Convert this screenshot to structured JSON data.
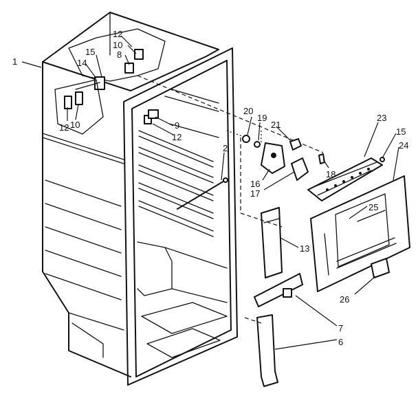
{
  "callouts": {
    "c1": "1",
    "c2": "2",
    "c6": "6",
    "c7": "7",
    "c8": "8",
    "c9": "9",
    "c10a": "10",
    "c10b": "10",
    "c12a": "12",
    "c12b": "12",
    "c12c": "12",
    "c13": "13",
    "c14": "14",
    "c15a": "15",
    "c15b": "15",
    "c16": "16",
    "c17": "17",
    "c18": "18",
    "c19": "19",
    "c20": "20",
    "c21": "21",
    "c23": "23",
    "c24": "24",
    "c25": "25",
    "c26": "26"
  }
}
